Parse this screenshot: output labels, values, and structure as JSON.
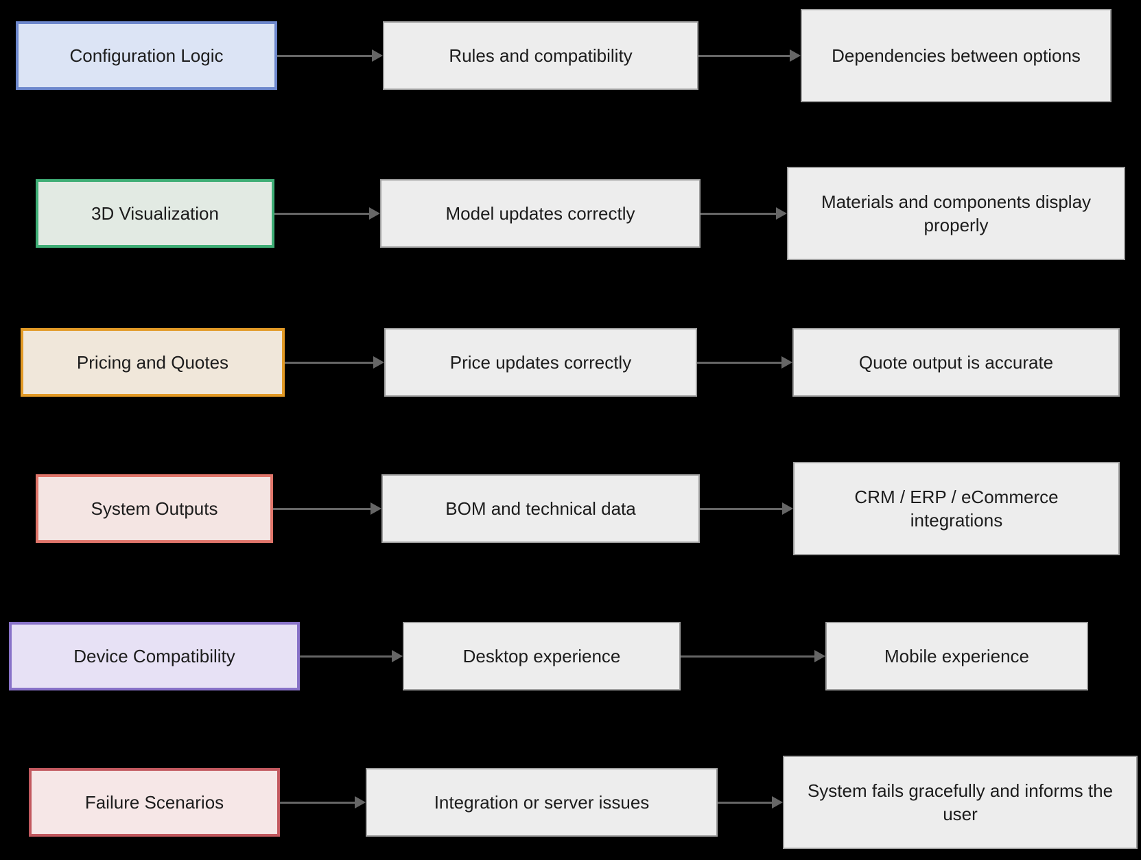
{
  "diagram": {
    "background": "#000000",
    "text_color": "#1c1c1c",
    "arrow_color": "#666666",
    "step_fill": "#ededed",
    "step_border": "#9e9e9e",
    "rows": [
      {
        "category": "Configuration Logic",
        "fill": "#dce4f5",
        "border": "#6d87cc",
        "step1": "Rules and compatibility",
        "step2": "Dependencies between options"
      },
      {
        "category": "3D Visualization",
        "fill": "#e2eae3",
        "border": "#3fae76",
        "step1": "Model updates correctly",
        "step2": "Materials and components display properly"
      },
      {
        "category": "Pricing and Quotes",
        "fill": "#f0e7da",
        "border": "#e29a26",
        "step1": "Price updates correctly",
        "step2": "Quote output is accurate"
      },
      {
        "category": "System Outputs",
        "fill": "#f4e5e3",
        "border": "#e0756a",
        "step1": "BOM and technical data",
        "step2": "CRM / ERP / eCommerce integrations"
      },
      {
        "category": "Device Compatibility",
        "fill": "#e7e1f5",
        "border": "#8872c8",
        "step1": "Desktop experience",
        "step2": "Mobile experience"
      },
      {
        "category": "Failure Scenarios",
        "fill": "#f6e7e7",
        "border": "#c2595f",
        "step1": "Integration or server issues",
        "step2": "System fails gracefully and informs the user"
      }
    ]
  }
}
